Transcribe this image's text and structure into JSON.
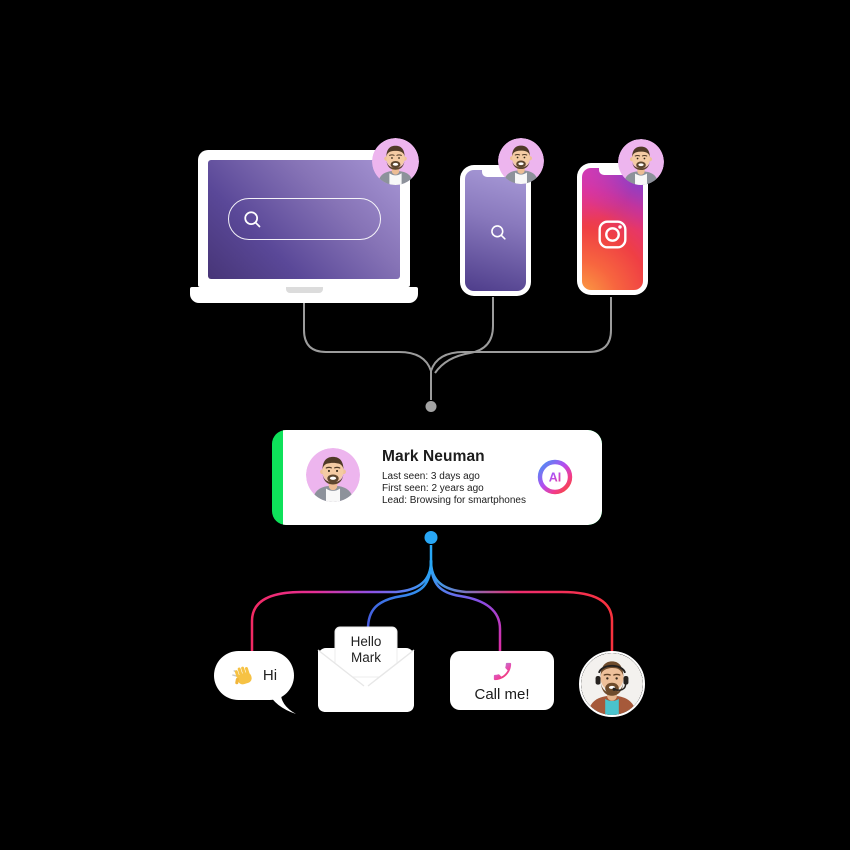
{
  "card": {
    "name": "Mark Neuman",
    "lines": [
      "Last seen: 3 days ago",
      "First seen: 2 years ago",
      "Lead: Browsing for smartphones"
    ],
    "badge": "AI"
  },
  "actions": {
    "chat": "Hi",
    "email": "Hello Mark",
    "call": "Call me!"
  },
  "icons": [
    "search-icon",
    "instagram-icon",
    "ai-badge-icon",
    "waving-hand-icon",
    "phone-handset-icon",
    "envelope-icon",
    "chat-bubble",
    "user-avatar"
  ],
  "colors": {
    "background": "#000000",
    "accent_green": "#0ee15a",
    "connector_gray": "#9c9c9c",
    "connector_blue": "#28a7f6",
    "branch_pink": "#f22a64",
    "branch_red": "#f8323e",
    "branch_magenta": "#dd2da4",
    "branch_indigo": "#4957dd",
    "avatar_pink": "#edb5ee"
  }
}
